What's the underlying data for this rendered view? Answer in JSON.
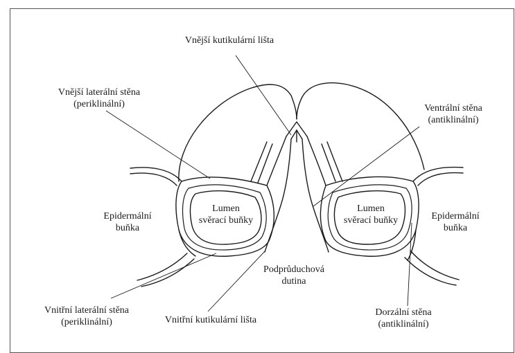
{
  "labels": {
    "outer_ledge": "Vnější kutikulární lišta",
    "outer_lateral_wall_1": "Vnější laterální stěna",
    "outer_lateral_wall_2": "(periklinální)",
    "ventral_wall_1": "Ventrální stěna",
    "ventral_wall_2": "(antiklinální)",
    "epidermal_left_1": "Epidermální",
    "epidermal_left_2": "buňka",
    "epidermal_right_1": "Epidermální",
    "epidermal_right_2": "buňka",
    "lumen_left_1": "Lumen",
    "lumen_left_2": "svěrací buňky",
    "lumen_right_1": "Lumen",
    "lumen_right_2": "svěrací buňky",
    "substomatal_1": "Podprůduchová",
    "substomatal_2": "dutina",
    "inner_lateral_wall_1": "Vnitřní laterální stěna",
    "inner_lateral_wall_2": "(periklinální)",
    "inner_ledge": "Vnitřní kutikulární lišta",
    "dorsal_wall_1": "Dorzální stěna",
    "dorsal_wall_2": "(antiklinální)"
  }
}
